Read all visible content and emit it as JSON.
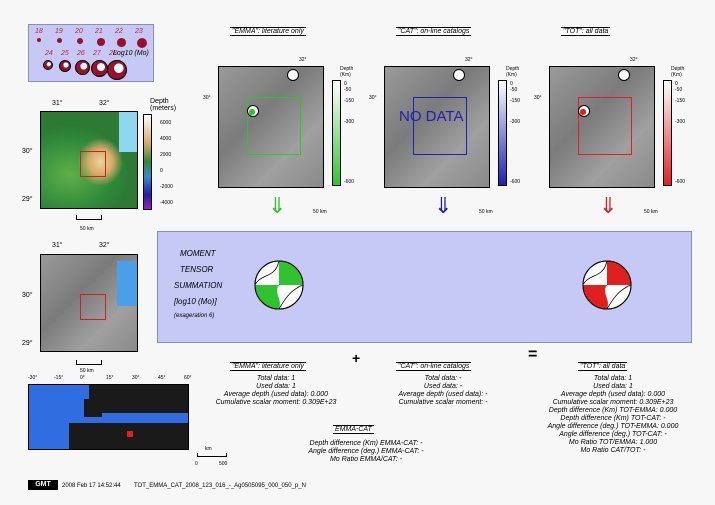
{
  "legend": {
    "mag_top": [
      "18",
      "19",
      "20",
      "21",
      "22",
      "23"
    ],
    "mag_bottom": [
      "24",
      "25",
      "26",
      "27",
      "28"
    ],
    "label": "Log10 (Mo)"
  },
  "left_maps": {
    "top_ticks_x": [
      "31°",
      "32°"
    ],
    "y_ticks": [
      "30°",
      "29°"
    ],
    "depth_title": "Depth (meters)",
    "depth_ticks": [
      "6000",
      "4000",
      "2000",
      "0",
      "-2000",
      "-4000"
    ],
    "scale1": "50 km",
    "mid_ticks_x": [
      "31°",
      "32°"
    ],
    "mid_y_ticks": [
      "30°",
      "29°"
    ],
    "scale2": "50 km",
    "world_ticks_x": [
      "-30°",
      "-15°",
      "0°",
      "15°",
      "30°",
      "45°",
      "60°"
    ],
    "world_scale": [
      "km",
      "0",
      "500"
    ]
  },
  "panels": [
    {
      "title": "\"EMMA\": literature only",
      "color": "#2fc42f",
      "tick_top": "32°",
      "tick_left": "30°",
      "depth_title": "Depth (Km)",
      "depth_ticks": [
        "0",
        "-50",
        "-150",
        "-300",
        "-600"
      ],
      "scale": "50 km",
      "no_data": ""
    },
    {
      "title": "\"CAT\": on-line catalogs",
      "color": "#1f1fb0",
      "tick_top": "32°",
      "tick_left": "30°",
      "depth_title": "Depth (Km)",
      "depth_ticks": [
        "0",
        "-50",
        "-150",
        "-300",
        "-600"
      ],
      "scale": "50 km",
      "no_data": "NO DATA"
    },
    {
      "title": "\"TOT\": all data",
      "color": "#e02020",
      "tick_top": "32°",
      "tick_left": "30°",
      "depth_title": "Depth (Km)",
      "depth_ticks": [
        "0",
        "-50",
        "-150",
        "-300",
        "-600"
      ],
      "scale": "50 km",
      "no_data": ""
    }
  ],
  "summation": {
    "line1": "MOMENT",
    "line2": "TENSOR",
    "line3": "SUMMATION",
    "line4": "[log10 (Mo)]",
    "line5": "(exageration 6)"
  },
  "stats": {
    "emma_title": "\"EMMA\": literature only",
    "emma_lines": [
      "Total data:     1",
      "Used data:     1",
      "Average depth (used data):     0.000",
      "Cumulative scalar moment: 0.309E+23"
    ],
    "plus": "+",
    "cat_title": "\"CAT\": on-line catalogs",
    "cat_lines": [
      "Total data: -",
      "Used data: -",
      "Average depth (used data): -",
      "Cumulative scalar moment: -"
    ],
    "equals": "=",
    "tot_title": "\"TOT\": all data",
    "tot_lines": [
      "Total data:     1",
      "Used data:     1",
      "Average depth (used data):     0.000",
      "Cumulative scalar moment: 0.309E+23",
      "Depth difference (Km) TOT-EMMA:     0.000",
      "Depth difference (Km) TOT-CAT: -",
      "Angle difference (deg.) TOT-EMMA:     0.000",
      "Angle difference (deg.) TOT-CAT: -",
      "Mo Ratio TOT/EMMA:     1.000",
      "Mo Ratio CAT/TOT: -"
    ],
    "emmacat_title": "EMMA-CAT",
    "emmacat_lines": [
      "Depth difference (Km) EMMA-CAT: -",
      "Angle difference (deg.) EMMA-CAT: -",
      "Mo Ratio EMMA/CAT: -"
    ]
  },
  "footer": {
    "logo": "GMT",
    "date": "2008 Feb 17 14:52:44",
    "file": "TOT_EMMA_CAT_2008_123_016_-_Ag0505095_000_050_p_N"
  }
}
